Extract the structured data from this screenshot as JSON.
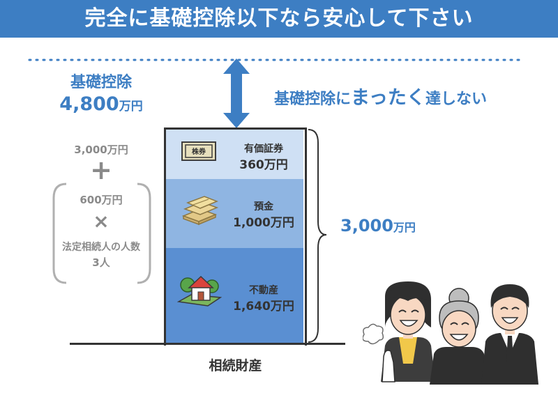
{
  "header": {
    "title": "完全に基礎控除以下なら安心して下さい"
  },
  "deduction": {
    "label": "基礎控除",
    "amount": "4,800",
    "unit": "万円",
    "note_prefix": "基礎控除に",
    "note_emph": "まったく",
    "note_suffix": "達しない"
  },
  "formula": {
    "base": "3,000万円",
    "plus": "+",
    "per_heir": "600万円",
    "times": "×",
    "heirs_label": "法定相続人の人数",
    "heirs_count": "3人"
  },
  "assets": {
    "title": "相続財産",
    "total": "3,000",
    "total_unit": "万円",
    "items": [
      {
        "name": "有価証券",
        "value": "360万円",
        "icon": "stock-certificate-icon",
        "stamp": "株券"
      },
      {
        "name": "預金",
        "value": "1,000万円",
        "icon": "cash-stack-icon"
      },
      {
        "name": "不動産",
        "value": "1,640万円",
        "icon": "house-icon"
      }
    ]
  },
  "colors": {
    "banner": "#3d7ec3",
    "accent": "#3d7ec3",
    "seg1": "#cfe0f4",
    "seg2": "#8fb5e2",
    "seg3": "#5a8fd2"
  }
}
